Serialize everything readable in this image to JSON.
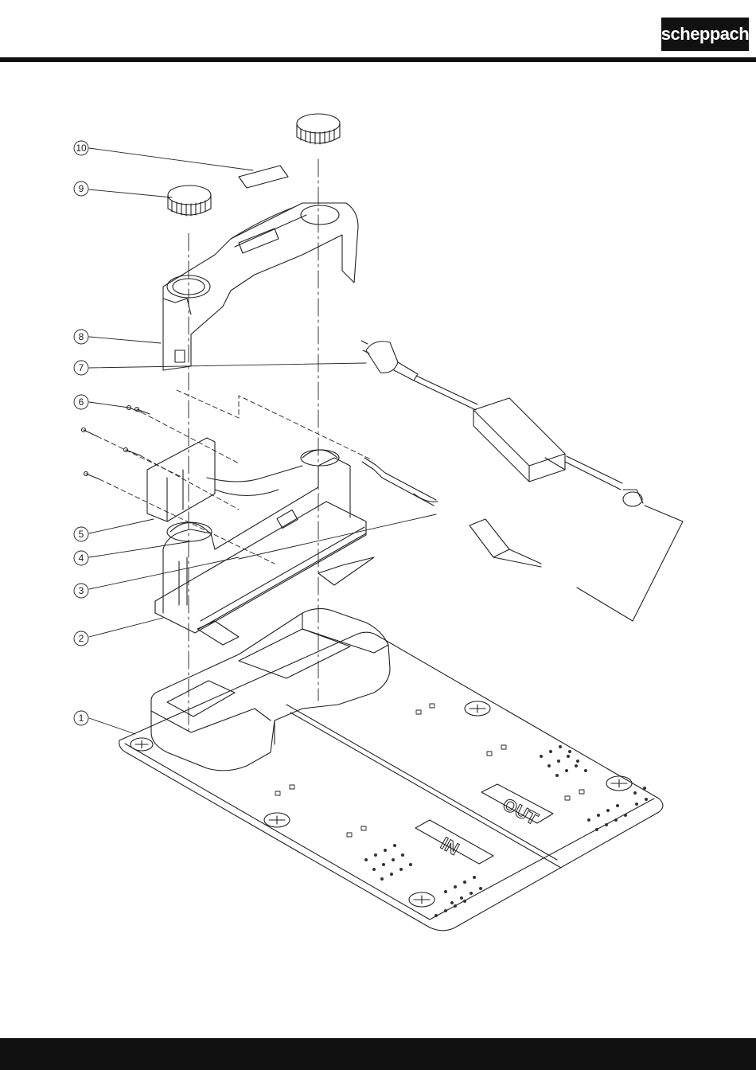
{
  "brand": {
    "logo_text": "scheppach"
  },
  "panels": {
    "in_label": "IN",
    "out_label": "OUT"
  },
  "callouts": [
    {
      "id": "callout-1",
      "label": "1"
    },
    {
      "id": "callout-2",
      "label": "2"
    },
    {
      "id": "callout-3",
      "label": "3"
    },
    {
      "id": "callout-4",
      "label": "4"
    },
    {
      "id": "callout-5",
      "label": "5"
    },
    {
      "id": "callout-6",
      "label": "6"
    },
    {
      "id": "callout-7",
      "label": "7"
    },
    {
      "id": "callout-8",
      "label": "8"
    },
    {
      "id": "callout-9",
      "label": "9"
    },
    {
      "id": "callout-10",
      "label": "10"
    }
  ],
  "colors": {
    "ink": "#111111",
    "paper": "#ffffff",
    "line": "#222222"
  }
}
